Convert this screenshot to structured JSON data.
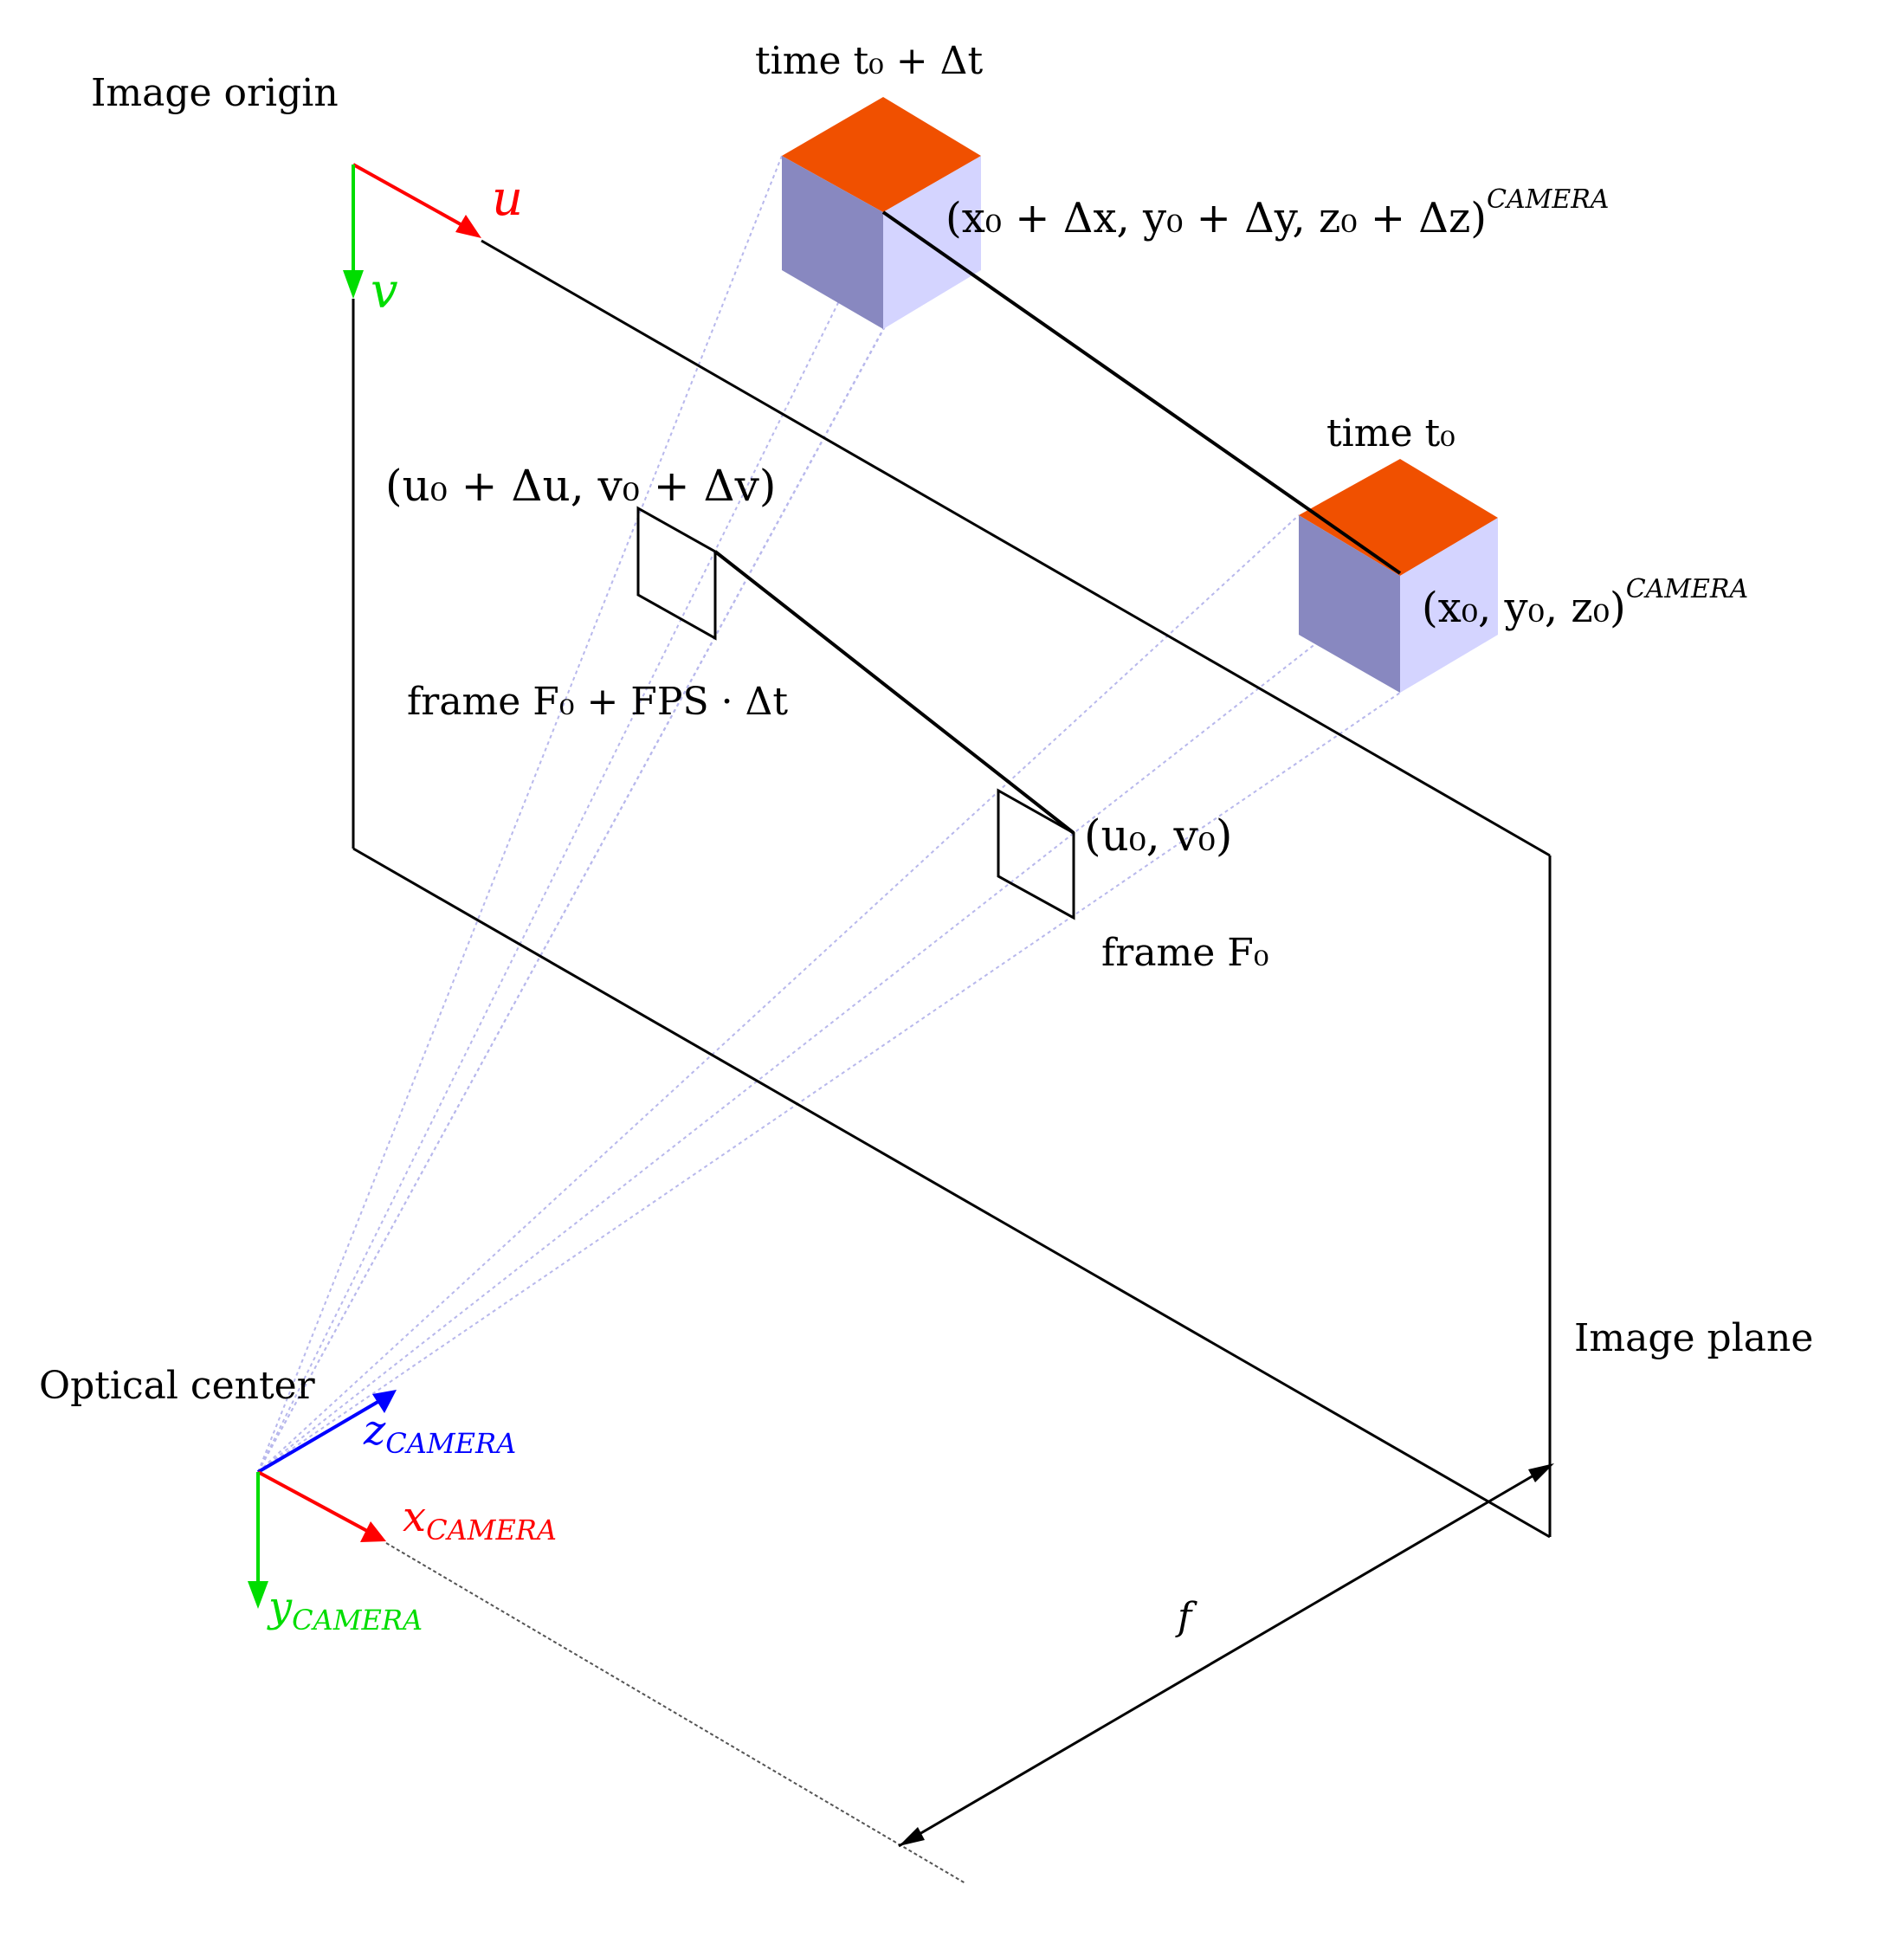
{
  "labels": {
    "image_origin": "Image origin",
    "optical_center": "Optical center",
    "image_plane": "Image plane",
    "focal": "f",
    "u_axis": "u",
    "v_axis": "v",
    "x_camera": "x",
    "y_camera": "y",
    "z_camera": "z",
    "camera_subscript": "CAMERA",
    "time_t0_dt": "time t₀ + Δt",
    "time_t0": "time t₀",
    "point_moved": "(x₀ + Δx, y₀ + Δy, z₀ + Δz)",
    "point_initial": "(x₀, y₀, z₀)",
    "camera_superscript": "CAMERA",
    "pixel_moved": "(u₀ + Δu, v₀ + Δv)",
    "pixel_initial": "(u₀, v₀)",
    "frame_moved": "frame F₀ + FPS · Δt",
    "frame_initial": "frame F₀"
  },
  "colors": {
    "u_axis": "#ff0000",
    "v_axis": "#00dd00",
    "x_camera": "#ff0000",
    "y_camera": "#00dd00",
    "z_camera": "#0000ff",
    "cube_top": "#f05000",
    "cube_left": "#8888c0",
    "cube_right": "#d4d4ff",
    "ray": "#b8b8ec"
  }
}
